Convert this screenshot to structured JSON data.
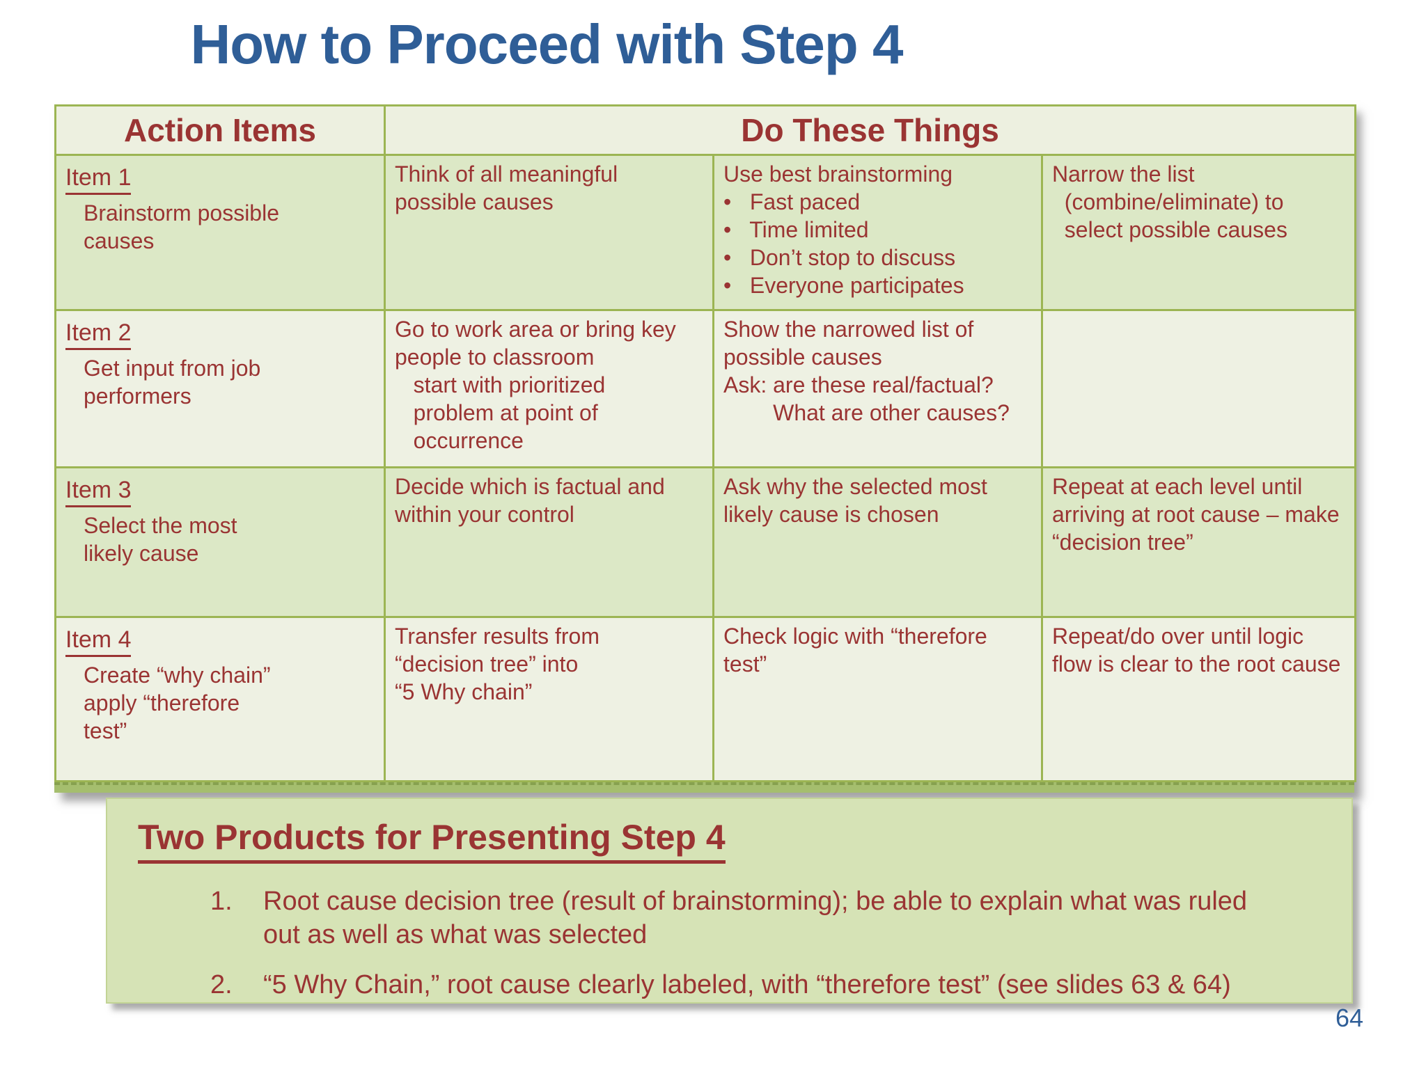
{
  "title": "How to Proceed with Step 4",
  "page_number": "64",
  "colors": {
    "title_blue": "#2f5e97",
    "text_red": "#9a3433",
    "grid_green": "#9cb553",
    "row_green": "#dce8c6",
    "row_light": "#eef1e3",
    "footer_box_green": "#d6e3b6"
  },
  "table": {
    "header_col1": "Action Items",
    "header_span": "Do These Things",
    "rows": [
      {
        "item_title": "Item 1",
        "item_body": "Brainstorm possible\ncauses",
        "cells": [
          "Think of all meaningful\npossible causes",
          "Use best brainstorming\n•   Fast paced\n•   Time limited\n•   Don’t stop to discuss\n•   Everyone participates",
          "Narrow the list\n  (combine/eliminate) to\n  select possible causes"
        ]
      },
      {
        "item_title": "Item 2",
        "item_body": "Get input from job\nperformers",
        "cells": [
          "Go to work area or bring key\npeople to classroom\n   start with prioritized\n   problem at point of\n   occurrence",
          "Show the narrowed list of\npossible causes\nAsk: are these real/factual?\n        What are other causes?",
          ""
        ]
      },
      {
        "item_title": "Item 3",
        "item_body": "Select the most\nlikely cause",
        "cells": [
          "Decide which is factual and\nwithin your control",
          "Ask why the selected most\nlikely cause is chosen",
          "Repeat at each level until\narriving at root cause – make\n“decision tree”"
        ]
      },
      {
        "item_title": "Item 4",
        "item_body": "Create “why chain”\napply “therefore\ntest”",
        "cells": [
          "Transfer results from\n“decision tree” into\n“5 Why chain”",
          "Check logic with “therefore\ntest”",
          "Repeat/do over until logic\nflow is clear to the root cause"
        ]
      }
    ]
  },
  "footer_box": {
    "heading": "Two Products for Presenting Step 4",
    "items": [
      {
        "num": "1.",
        "text": "Root cause decision tree (result of brainstorming); be able to explain what was ruled\nout as well as what was selected"
      },
      {
        "num": "2.",
        "text": "“5 Why Chain,” root cause clearly labeled, with “therefore test” (see slides 63 & 64)"
      }
    ]
  }
}
